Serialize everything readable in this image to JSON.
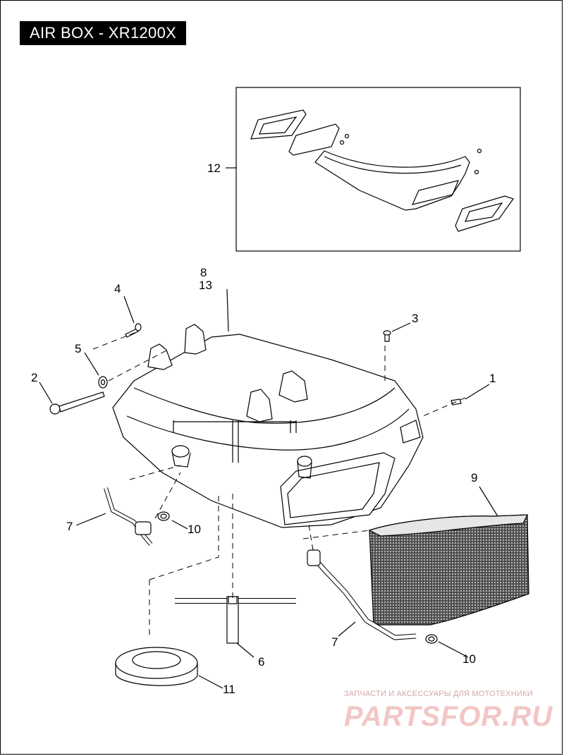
{
  "title": "AIR BOX - XR1200X",
  "callouts": {
    "c1": "1",
    "c2": "2",
    "c3": "3",
    "c4": "4",
    "c5": "5",
    "c6": "6",
    "c7a": "7",
    "c7b": "7",
    "c8": "8",
    "c9": "9",
    "c10a": "10",
    "c10b": "10",
    "c11": "11",
    "c12": "12",
    "c13": "13"
  },
  "watermark": {
    "tagline": "ЗАПЧАСТИ И АКСЕССУАРЫ ДЛЯ МОТОТЕХНИКИ",
    "brand": "PARTSFOR.RU"
  },
  "colors": {
    "line": "#000000",
    "fill": "#ffffff",
    "filter_mesh": "#d9d9d9",
    "watermark": "#e8a0a0"
  }
}
